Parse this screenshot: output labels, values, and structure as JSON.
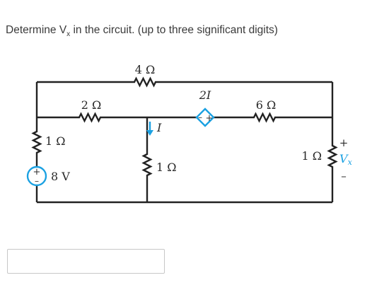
{
  "question": {
    "prefix": "Determine ",
    "var_main": "V",
    "var_sub": "x",
    "suffix": " in the circuit. (up to three significant digits)"
  },
  "circuit": {
    "r_top": "4 Ω",
    "r_left_mid": "2 Ω",
    "r_left": "1 Ω",
    "r_center": "1 Ω",
    "r_right_mid": "6 Ω",
    "r_right": "1 Ω",
    "voltage_source": "8 V",
    "dependent_source": "2I",
    "current_label": "I",
    "vx_plus": "+",
    "vx_main": "V",
    "vx_sub": "x",
    "vx_minus": "–",
    "src_plus": "+",
    "src_minus": "–",
    "dep_plus": "+",
    "dep_minus": "–",
    "accent_color": "#1ba1e2"
  },
  "answer": {
    "value": "",
    "placeholder": ""
  }
}
